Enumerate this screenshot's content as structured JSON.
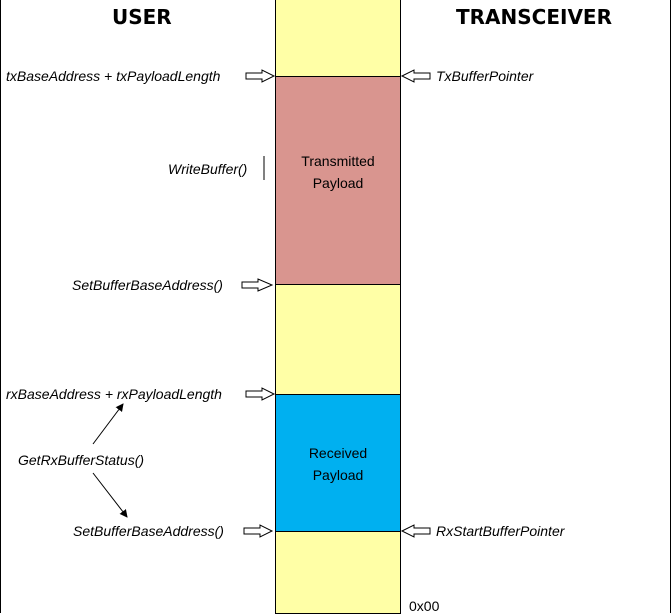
{
  "headers": {
    "user": "USER",
    "transceiver": "TRANSCEIVER"
  },
  "user_labels": {
    "tx_end": "txBaseAddress + txPayloadLength",
    "write_buffer": "WriteBuffer()",
    "set_base_tx": "SetBufferBaseAddress()",
    "rx_end": "rxBaseAddress + rxPayloadLength",
    "get_rx_status": "GetRxBufferStatus()",
    "set_base_rx": "SetBufferBaseAddress()"
  },
  "transceiver_labels": {
    "tx_pointer": "TxBufferPointer",
    "rx_start_pointer": "RxStartBufferPointer",
    "origin": "0x00"
  },
  "blocks": {
    "transmitted": [
      "Transmitted",
      "Payload"
    ],
    "received": [
      "Received",
      "Payload"
    ]
  },
  "colors": {
    "buffer": "#FFFFA6",
    "transmitted": "#D9958F",
    "received": "#00B0F0"
  }
}
